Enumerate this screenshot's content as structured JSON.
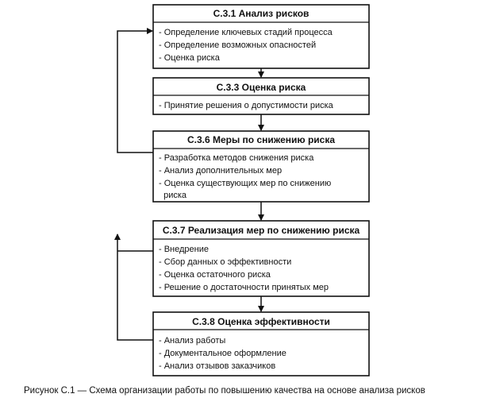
{
  "boxes": [
    {
      "title": "С.3.1 Анализ рисков",
      "items": [
        "- Определение ключевых стадий процесса",
        "- Определение возможных опасностей",
        "- Оценка риска"
      ]
    },
    {
      "title": "С.3.3 Оценка риска",
      "items": [
        "- Принятие решения о допустимости риска"
      ]
    },
    {
      "title": "С.3.6 Меры по снижению риска",
      "items": [
        "- Разработка методов снижения риска",
        "- Анализ дополнительных мер",
        "- Оценка существующих мер по снижению",
        "  риска"
      ]
    },
    {
      "title": "С.3.7 Реализация мер по снижению риска",
      "items": [
        "- Внедрение",
        "- Сбор данных о эффективности",
        "- Оценка остаточного риска",
        "- Решение о достаточности принятых мер"
      ]
    },
    {
      "title": "С.3.8 Оценка эффективности",
      "items": [
        "- Анализ работы",
        "- Документальное оформление",
        "- Анализ отзывов заказчиков"
      ]
    }
  ],
  "caption": "Рисунок  С.1 — Схема организации работы по повышению качества на основе анализа рисков"
}
